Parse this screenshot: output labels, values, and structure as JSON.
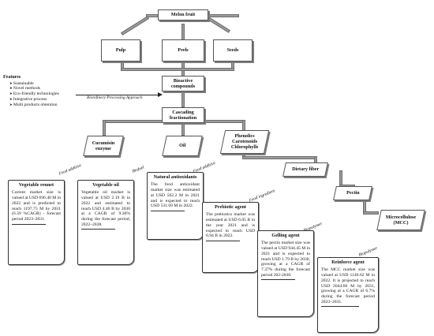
{
  "nodes": {
    "melon_fruit": "Melon fruit",
    "pulp": "Pulp",
    "peels": "Peels",
    "seeds": "Seeds",
    "bioactive": "Bioactive compounds",
    "cascading": "Cascading fractionation",
    "cucumisin": "Cucumisin enzyme",
    "oil": "Oil",
    "phenolics": "Phenolics Carotenoids Chlorophylls",
    "dietary_fiber": "Dietary fiber",
    "pectin": "Pectin",
    "mcc": "Microcellulose (MCC)"
  },
  "features": {
    "heading": "Features",
    "items": [
      "Sustainable",
      "Novel methods",
      "Eco-friendly technologies",
      "Integrative process",
      "Multi products obtention"
    ]
  },
  "biorefinery_label": "Biorefinery Processing Approach",
  "ribbons": {
    "food_additive_1": "Food additive",
    "biofuel": "Biofuel",
    "food_additive_2": "Food additive",
    "food_ingredient": "Food ingredient",
    "biopolymer_1": "Biopolymer",
    "biopolymer_2": "Biopolymer"
  },
  "cards": {
    "rennet": {
      "title": "Vegetable rennet",
      "body": "Current market size is valued at USD 696.40 M in 2022 and is predicted to reach 1197.75 M by 2031 (6.39 %CAGR) - forecast period 2023–2031."
    },
    "veg_oil": {
      "title": "Vegetable oil",
      "body": "Vegetable oil market is valued at USD 2.19 B in 2022 and estimated to reach USD 4.46 B by 2030 at a CAGR of 9.30% during the forecast period, 2022–2028."
    },
    "antioxidants": {
      "title": "Natural antioxidants",
      "body": "The food antioxidant market size was estimated at USD 502.2 M in 2021 and is expected to reach USD 531.69 M in 2022."
    },
    "prebiotic": {
      "title": "Prebiotic agent",
      "body": "The prebiotics market was estimated at USD 6.05 B in the year 2021 and is expected to reach USD 6.94 B in 2022."
    },
    "gelling": {
      "title": "Gelling agent",
      "body": "The pectin market size was valued at USD 944.45 M in 2021 and is expected to reach USD 1.79 B by 2030, growing at a CAGR of 7.37% during the forecast period 202-2030."
    },
    "reinforce": {
      "title": "Reinforce agent",
      "body": "The MCC market size was valued at USD 1140.62 M in 2022. It is projected to reach USD 2044.66 M by 2031, growing at a CAGR of 6.7% during the forecast period 2023–2031."
    }
  }
}
